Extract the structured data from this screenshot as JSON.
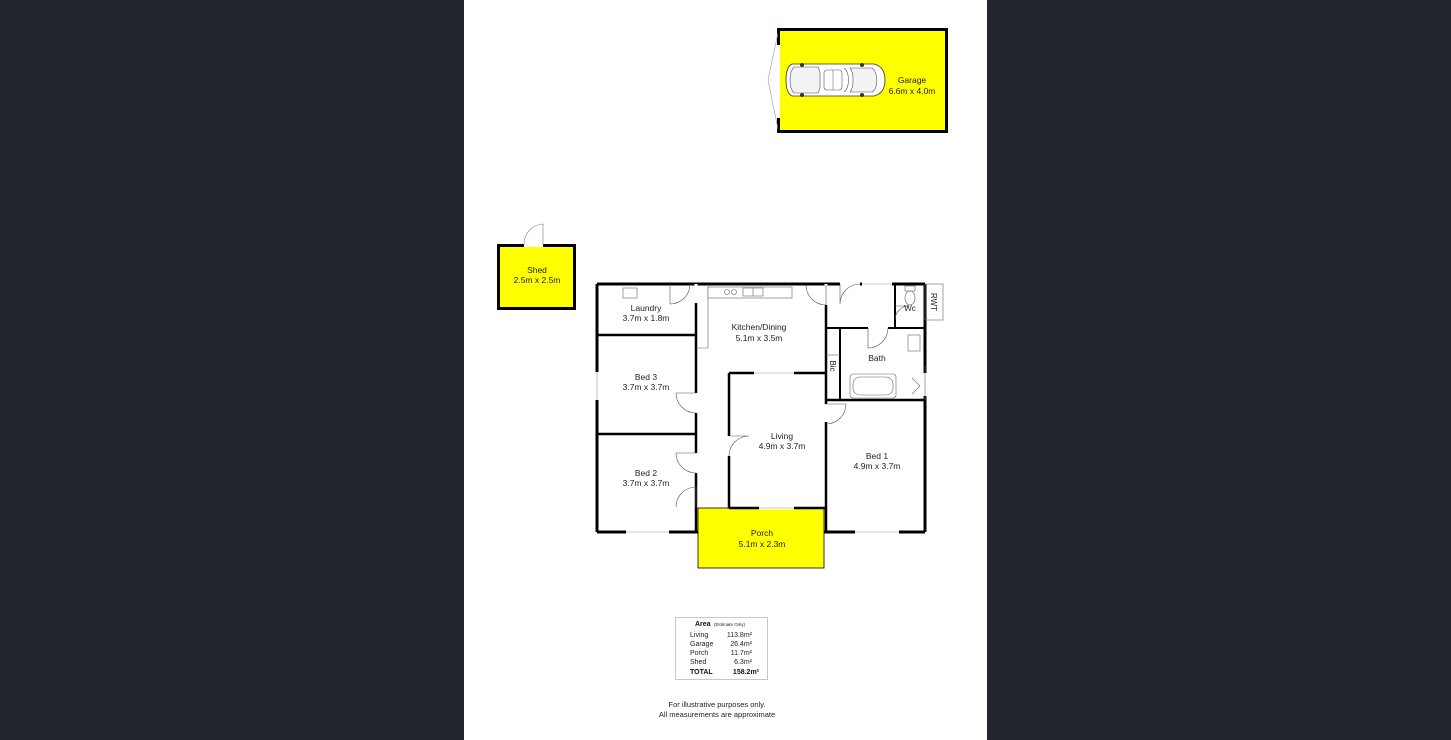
{
  "colors": {
    "background": "#21262d",
    "sheet": "#ffffff",
    "highlight": "#ffff00",
    "wall": "#000000"
  },
  "rooms": {
    "garage": {
      "name": "Garage",
      "size": "6.6m x 4.0m"
    },
    "shed": {
      "name": "Shed",
      "size": "2.5m x 2.5m"
    },
    "laundry": {
      "name": "Laundry",
      "size": "3.7m x 1.8m"
    },
    "kitchen": {
      "name": "Kitchen/Dining",
      "size": "5.1m x 3.5m"
    },
    "bed3": {
      "name": "Bed 3",
      "size": "3.7m x 3.7m"
    },
    "bed2": {
      "name": "Bed 2",
      "size": "3.7m x 3.7m"
    },
    "living": {
      "name": "Living",
      "size": "4.9m x 3.7m"
    },
    "bed1": {
      "name": "Bed 1",
      "size": "4.9m x 3.7m"
    },
    "porch": {
      "name": "Porch",
      "size": "5.1m x 2.3m"
    },
    "bath": {
      "name": "Bath"
    },
    "wc": {
      "name": "Wc"
    },
    "bic": {
      "name": "Bic"
    },
    "rwt": {
      "name": "RWT"
    }
  },
  "area_table": {
    "title": "Area",
    "subtitle": "(Estimate Only)",
    "rows": [
      {
        "label": "Living",
        "value": "113.8m²"
      },
      {
        "label": "Garage",
        "value": "26.4m²"
      },
      {
        "label": "Porch",
        "value": "11.7m²"
      },
      {
        "label": "Shed",
        "value": "6.3m²"
      }
    ],
    "total": {
      "label": "TOTAL",
      "value": "158.2m²"
    }
  },
  "footer": {
    "line1": "For illustrative purposes only.",
    "line2": "All measurements are approximate"
  }
}
